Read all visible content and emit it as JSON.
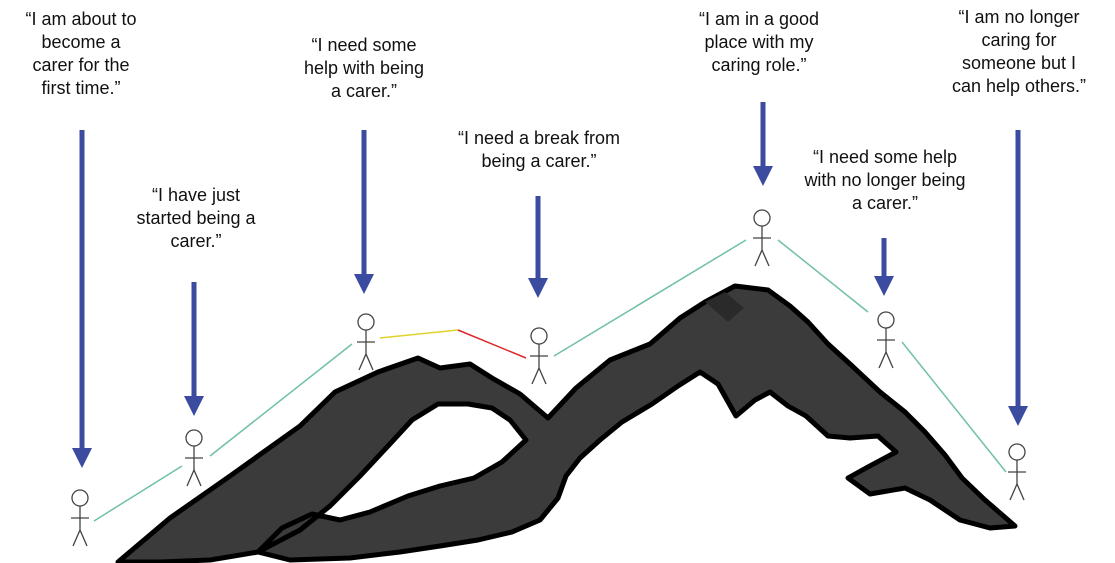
{
  "quotes": [
    "“I am about to\nbecome a\ncarer for the\nfirst time.”",
    "“I have just\nstarted being a\ncarer.”",
    "“I need some\nhelp with being\na carer.”",
    "“I need a break from\nbeing a carer.”",
    "“I am in a good\nplace with my\ncaring role.”",
    "“I need some help\nwith no longer being\na carer.”",
    "“I am no longer\ncaring for\nsomeone but I\ncan help others.”"
  ],
  "colors": {
    "arrow": "#3a4ba0",
    "path_line": "#6fc0a8",
    "yellow_line": "#e3d12a",
    "red_line": "#e0262c",
    "mountain_fill": "#3b3b3b",
    "mountain_outline": "#000000",
    "figure": "#444444"
  },
  "icons": [
    "stick-figure-icon",
    "mountain-icon",
    "down-arrow-icon"
  ]
}
